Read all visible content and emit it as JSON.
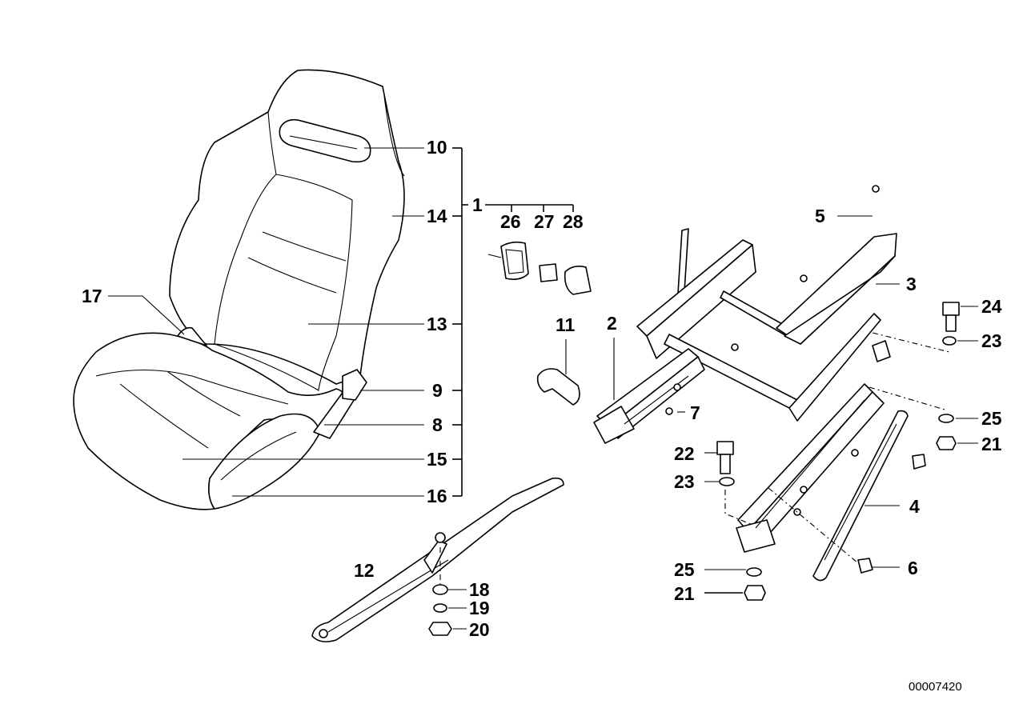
{
  "diagram": {
    "reference_number": "00007420",
    "labels": {
      "p1": "1",
      "p2": "2",
      "p3": "3",
      "p4": "4",
      "p5": "5",
      "p6": "6",
      "p7": "7",
      "p8": "8",
      "p9": "9",
      "p10": "10",
      "p11": "11",
      "p12": "12",
      "p13": "13",
      "p14": "14",
      "p15": "15",
      "p16": "16",
      "p17": "17",
      "p18": "18",
      "p19": "19",
      "p20": "20",
      "p21a": "21",
      "p21b": "21",
      "p22": "22",
      "p23a": "23",
      "p23b": "23",
      "p24": "24",
      "p25a": "25",
      "p25b": "25",
      "p26": "26",
      "p27": "27",
      "p28": "28"
    }
  }
}
